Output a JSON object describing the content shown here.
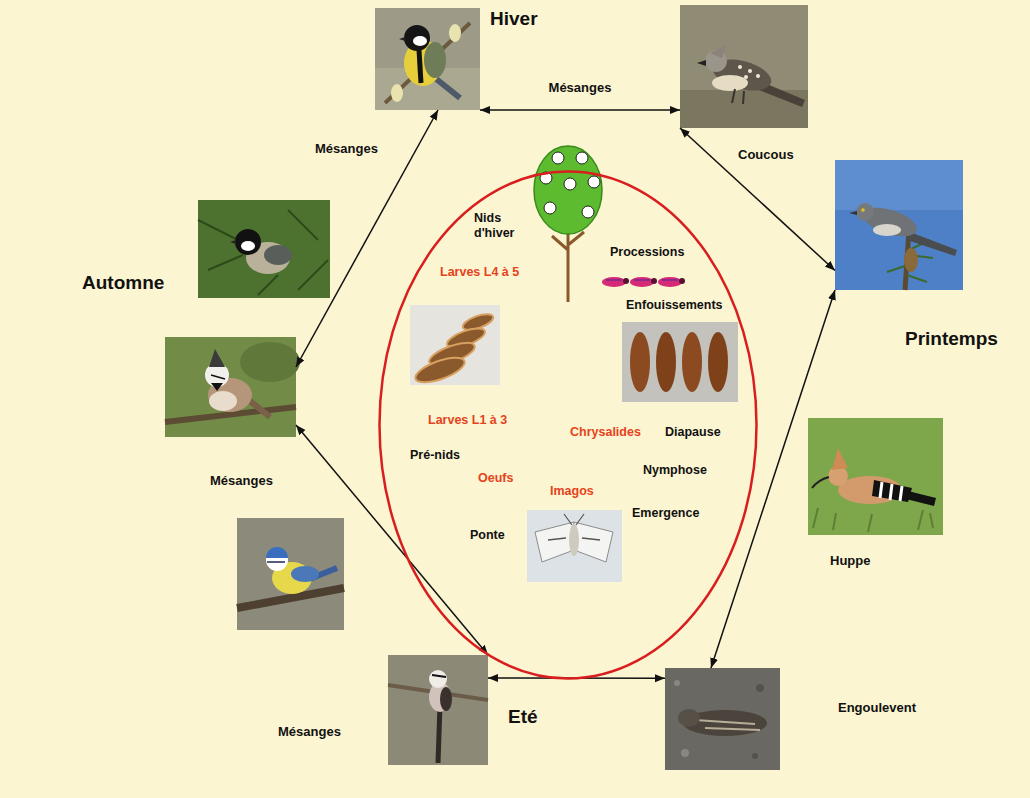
{
  "diagram": {
    "nodes": [
      {
        "text": [
          "Mésanges"
        ]
      },
      {
        "text": [
          "Coucous"
        ]
      },
      {
        "text": [
          "Printemps"
        ]
      },
      {
        "text": [
          "Nids d'hiver",
          "Processions",
          "Enfouissements",
          "Larves L4 à 5",
          "Larves L1 à 3",
          "Chrysalides",
          "Diapause",
          "Pré-nids",
          "Oeufs",
          "Nymphose",
          "Imagos",
          "Emergence",
          "Ponte"
        ]
      },
      {
        "text": [
          "Mésanges"
        ]
      },
      {
        "text": [
          "Huppe"
        ]
      },
      {
        "text": [
          "Engoulevent"
        ]
      },
      {
        "text": [
          "Mésanges"
        ]
      }
    ],
    "edges": [
      {
        "from": 0,
        "to": 1,
        "arrow": "both",
        "label": "Mésanges"
      },
      {
        "from": 1,
        "to": 2,
        "arrow": "both"
      },
      {
        "from": 2,
        "to": 6,
        "arrow": "both"
      },
      {
        "from": 6,
        "to": 7,
        "arrow": "both"
      },
      {
        "from": 7,
        "to": 4,
        "arrow": "both"
      },
      {
        "from": 4,
        "to": 0,
        "arrow": "both"
      }
    ],
    "labels": [
      "Hiver",
      "Automne",
      "Eté"
    ]
  }
}
